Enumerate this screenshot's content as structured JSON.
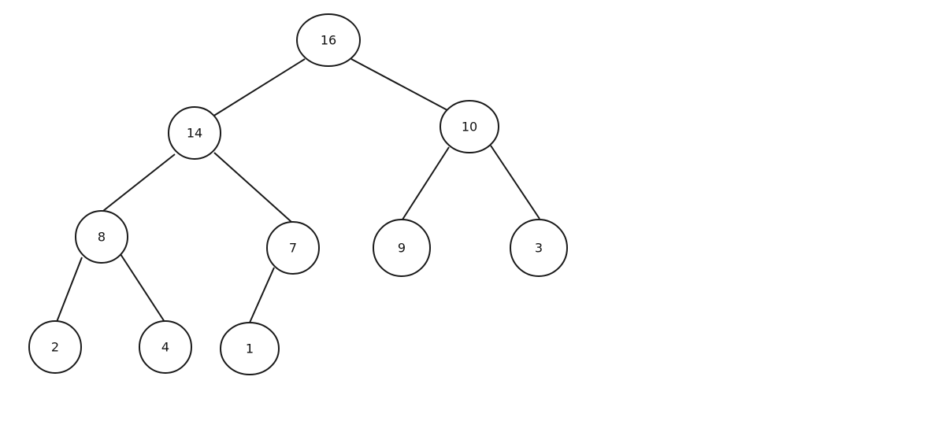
{
  "tree": {
    "nodes": [
      {
        "id": "n16",
        "label": "16"
      },
      {
        "id": "n14",
        "label": "14"
      },
      {
        "id": "n10",
        "label": "10"
      },
      {
        "id": "n8",
        "label": "8"
      },
      {
        "id": "n7",
        "label": "7"
      },
      {
        "id": "n9",
        "label": "9"
      },
      {
        "id": "n3",
        "label": "3"
      },
      {
        "id": "n2",
        "label": "2"
      },
      {
        "id": "n4",
        "label": "4"
      },
      {
        "id": "n1",
        "label": "1"
      }
    ],
    "edges": [
      {
        "from": "n16",
        "to": "n14"
      },
      {
        "from": "n16",
        "to": "n10"
      },
      {
        "from": "n14",
        "to": "n8"
      },
      {
        "from": "n14",
        "to": "n7"
      },
      {
        "from": "n10",
        "to": "n9"
      },
      {
        "from": "n10",
        "to": "n3"
      },
      {
        "from": "n8",
        "to": "n2"
      },
      {
        "from": "n8",
        "to": "n4"
      },
      {
        "from": "n7",
        "to": "n1"
      }
    ]
  }
}
